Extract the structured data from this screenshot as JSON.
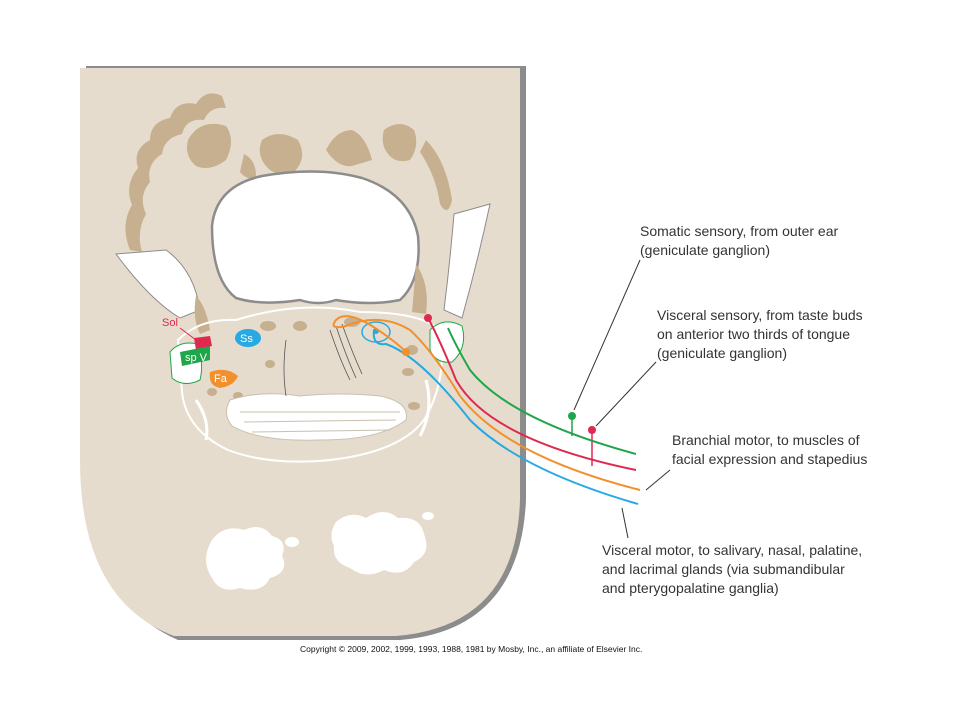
{
  "nucleus_labels": {
    "sol": "Sol",
    "spv": "sp V",
    "ss": "Ss",
    "fa": "Fa"
  },
  "annotations": {
    "somatic_sensory": [
      "Somatic sensory, from outer ear",
      "(geniculate ganglion)"
    ],
    "visceral_sensory": [
      "Visceral sensory, from taste buds",
      "on anterior two thirds of tongue",
      "(geniculate ganglion)"
    ],
    "branchial_motor": [
      "Branchial motor, to muscles of",
      "facial expression and stapedius"
    ],
    "visceral_motor": [
      "Visceral motor, to salivary, nasal, palatine,",
      "and lacrimal glands (via submandibular",
      "and pterygopalatine ganglia)"
    ]
  },
  "copyright": "Copyright © 2009, 2002, 1999, 1993, 1988, 1981 by Mosby, Inc., an affiliate of Elsevier Inc.",
  "colors": {
    "tissue": "#e6dccd",
    "tan_structures": "#c6b08f",
    "shadow": "#8c8c8c",
    "somatic_sensory": "#1fa64a",
    "visceral_sensory": "#e0294f",
    "branchial_motor": "#f2902e",
    "visceral_motor": "#27a9e1"
  }
}
